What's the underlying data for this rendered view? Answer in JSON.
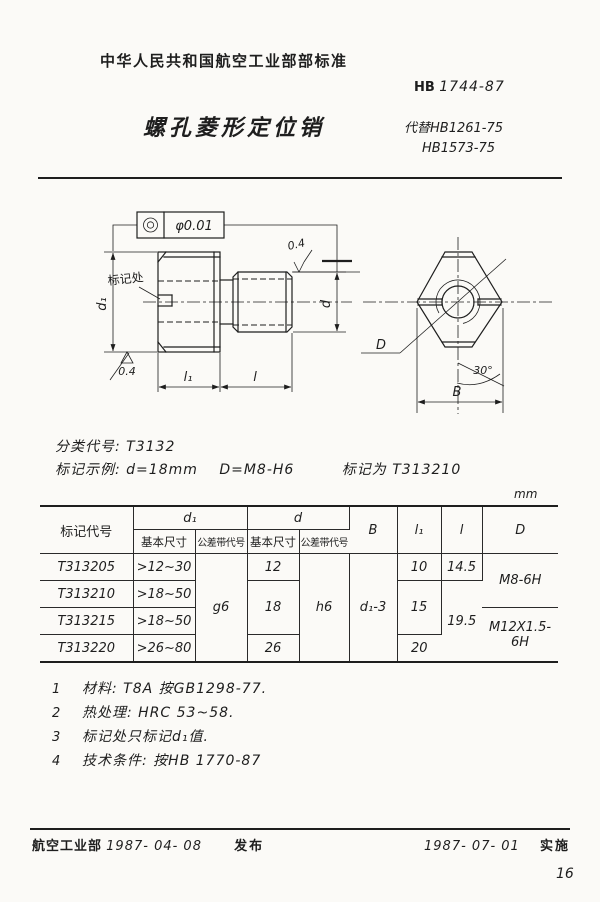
{
  "colors": {
    "paper": "#fbfaf7",
    "ink": "#1e1e1e"
  },
  "header": {
    "org_line": "中华人民共和国航空工业部部标准",
    "std_prefix": "HB",
    "std_number": "1744-87",
    "title": "螺孔菱形定位销",
    "replaces_label": "代替",
    "replaces_1": "HB1261-75",
    "replaces_2": "HB1573-75"
  },
  "drawing": {
    "tolerance_value": "φ0.01",
    "mark_label": "标记处",
    "d1_label": "d₁",
    "d_label": "d",
    "l1_label": "l₁",
    "l_label": "l",
    "roughness_top": "0.4",
    "roughness_bottom": "0.4",
    "D_label": "D",
    "angle_label": "30°",
    "B_label": "B"
  },
  "classification": {
    "class_label": "分类代号:",
    "class_code": "T3132",
    "example_label": "标记示例:",
    "example_d": "d=18mm",
    "example_D": "D=M8-H6",
    "example_mark_label": "标记为",
    "example_mark_code": "T313210"
  },
  "table": {
    "unit": "mm",
    "headers": {
      "mark": "标记代号",
      "d1": "d₁",
      "d": "d",
      "basic": "基本尺寸",
      "tol": "公差带代号",
      "B": "B",
      "l1": "l₁",
      "l": "l",
      "D": "D"
    },
    "merged": {
      "d1_tol": "g6",
      "d_tol": "h6",
      "B": "d₁-3",
      "D_top": "M8-6H",
      "D_bottom": "M12X1.5-6H"
    },
    "rows": [
      {
        "mark": "T313205",
        "d1_basic": ">12~30",
        "d_basic": "12",
        "l1": "10",
        "l": "14.5"
      },
      {
        "mark": "T313210",
        "d1_basic": ">18~50",
        "d_basic": "18",
        "l1": "15",
        "l": "19.5"
      },
      {
        "mark": "T313215",
        "d1_basic": ">18~50"
      },
      {
        "mark": "T313220",
        "d1_basic": ">26~80",
        "d_basic": "26",
        "l1": "20"
      }
    ]
  },
  "notes": [
    {
      "num": "1",
      "text": "材料: T8A  按GB1298-77."
    },
    {
      "num": "2",
      "text": "热处理: HRC 53~58."
    },
    {
      "num": "3",
      "text": "标记处只标记d₁值."
    },
    {
      "num": "4",
      "text": "技术条件: 按HB 1770-87"
    }
  ],
  "footer": {
    "issuer": "航空工业部",
    "issue_date": "1987- 04- 08",
    "issue_action": "发布",
    "impl_date": "1987- 07- 01",
    "impl_action": "实施",
    "page_number": "16"
  }
}
